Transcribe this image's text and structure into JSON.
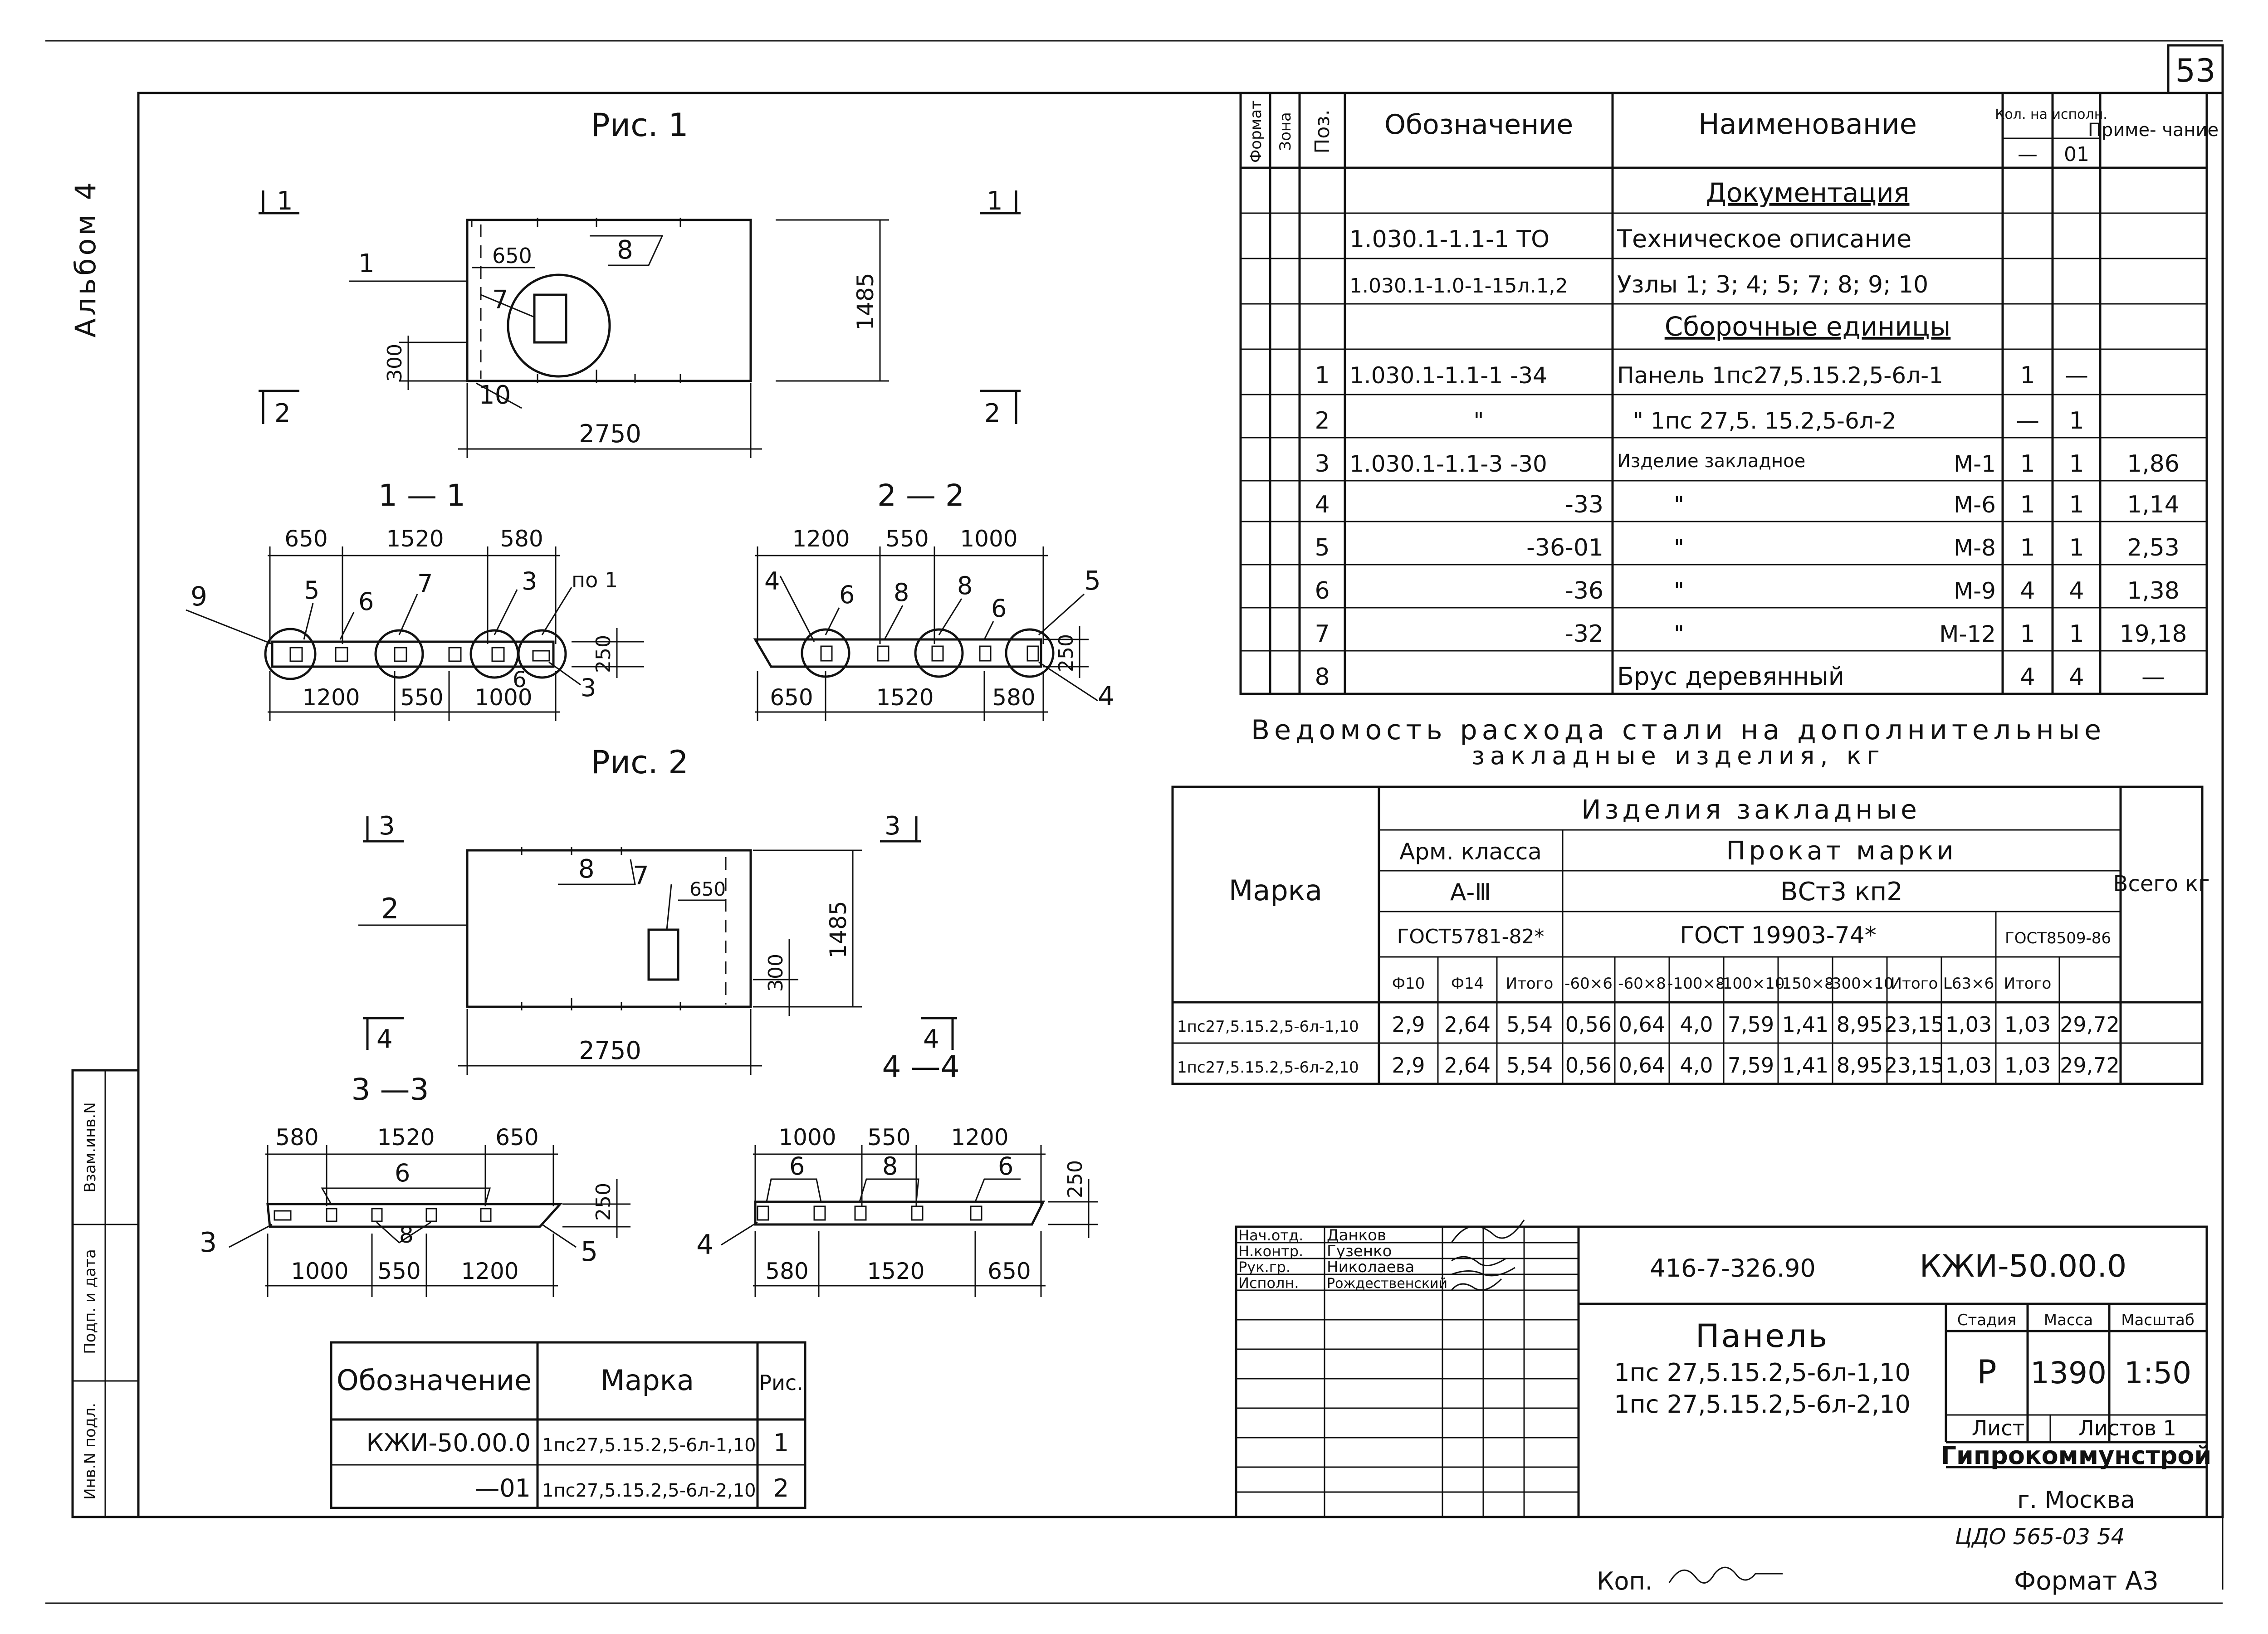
{
  "sheet_number": "53",
  "album_label": "Альбом 4",
  "stamp_bottom_labels": [
    "Инв.N подл.",
    "Подп. и дата",
    "Взам.инв.N"
  ],
  "figures": {
    "fig1": {
      "title": "Рис. 1",
      "section_marks": [
        "1",
        "1",
        "2",
        "2"
      ],
      "position_labels": [
        "1",
        "7",
        "8",
        "10"
      ],
      "dims": [
        "650",
        "1485",
        "300",
        "2750"
      ]
    },
    "sec11": {
      "title": "1 — 1",
      "top_dims": [
        "650",
        "1520",
        "580"
      ],
      "bottom_dims": [
        "1200",
        "550",
        "1000"
      ],
      "depth_dim": "250",
      "labels": [
        "9",
        "5",
        "6",
        "7",
        "3",
        "по 1",
        "6",
        "3"
      ]
    },
    "sec22": {
      "title": "2 — 2",
      "top_dims": [
        "1200",
        "550",
        "1000"
      ],
      "bottom_dims": [
        "650",
        "1520",
        "580"
      ],
      "depth_dim": "250",
      "labels": [
        "4",
        "6",
        "8",
        "8",
        "6",
        "5",
        "4"
      ]
    },
    "fig2": {
      "title": "Рис. 2",
      "section_marks": [
        "3",
        "3",
        "4",
        "4"
      ],
      "position_labels": [
        "2",
        "8",
        "7",
        "650"
      ],
      "dims": [
        "1485",
        "300",
        "2750"
      ]
    },
    "sec33": {
      "title": "3 —3",
      "top_dims": [
        "580",
        "1520",
        "650"
      ],
      "bottom_dims": [
        "1000",
        "550",
        "1200"
      ],
      "depth_dim": "250",
      "labels": [
        "6",
        "8",
        "3",
        "5"
      ]
    },
    "sec44": {
      "title": "4 —4",
      "top_dims": [
        "1000",
        "550",
        "1200"
      ],
      "bottom_dims": [
        "580",
        "1520",
        "650"
      ],
      "depth_dim": "250",
      "labels": [
        "6",
        "8",
        "6",
        "4"
      ]
    }
  },
  "spec_table": {
    "headers": {
      "format": "Формат",
      "zone": "Зона",
      "pos": "Поз.",
      "designation": "Обозначение",
      "name": "Наименование",
      "qty": "Кол. на исполн.",
      "qty_a": "—",
      "qty_b": "01",
      "note": "Приме- чание"
    },
    "sections": {
      "docs": "Документация",
      "units": "Сборочные единицы"
    },
    "doc_rows": [
      {
        "designation": "1.030.1-1.1-1 ТО",
        "name": "Техническое описание"
      },
      {
        "designation": "1.030.1-1.0-1-15л.1,2",
        "name": "Узлы 1; 3; 4; 5; 7; 8; 9; 10"
      }
    ],
    "rows": [
      {
        "pos": "1",
        "designation": "1.030.1-1.1-1 -34",
        "name": "Панель 1пс27,5.15.2,5-6л-1",
        "mark": "",
        "q1": "1",
        "q2": "—",
        "note": ""
      },
      {
        "pos": "2",
        "designation": "\"",
        "name": "\" 1пс 27,5. 15.2,5-6л-2",
        "mark": "",
        "q1": "—",
        "q2": "1",
        "note": ""
      },
      {
        "pos": "3",
        "designation": "1.030.1-1.1-3 -30",
        "name": "Изделие закладное",
        "mark": "М-1",
        "q1": "1",
        "q2": "1",
        "note": "1,86"
      },
      {
        "pos": "4",
        "designation": "-33",
        "name": "\"",
        "mark": "М-6",
        "q1": "1",
        "q2": "1",
        "note": "1,14"
      },
      {
        "pos": "5",
        "designation": "-36-01",
        "name": "\"",
        "mark": "М-8",
        "q1": "1",
        "q2": "1",
        "note": "2,53"
      },
      {
        "pos": "6",
        "designation": "-36",
        "name": "\"",
        "mark": "М-9",
        "q1": "4",
        "q2": "4",
        "note": "1,38"
      },
      {
        "pos": "7",
        "designation": "-32",
        "name": "\"",
        "mark": "М-12",
        "q1": "1",
        "q2": "1",
        "note": "19,18"
      },
      {
        "pos": "8",
        "designation": "",
        "name": "Брус деревянный",
        "mark": "",
        "q1": "4",
        "q2": "4",
        "note": "—"
      }
    ]
  },
  "steel_table": {
    "title_line1": "Ведомость расхода стали на дополнительные",
    "title_line2": "закладные изделия, кг",
    "headers": {
      "mark": "Марка",
      "group": "Изделия закладные",
      "arm_class": "Арм. класса",
      "arm_grade": "А-Ⅲ",
      "arm_gost": "ГОСТ5781-82*",
      "prokat": "Прокат марки",
      "prokat_grade": "ВСт3 кп2",
      "gost1": "ГОСТ 19903-74*",
      "gost2": "ГОСТ8509-86",
      "total": "Всего кг"
    },
    "sub_headers": [
      "Ф10",
      "Ф14",
      "Итого",
      "-60×6",
      "-60×8",
      "-100×8",
      "-100×10",
      "-150×8",
      "-300×10",
      "Итого",
      "L63×6",
      "Итого"
    ],
    "rows": [
      {
        "mark": "1пс27,5.15.2,5-6л-1,10",
        "values": [
          "2,9",
          "2,64",
          "5,54",
          "0,56",
          "0,64",
          "4,0",
          "7,59",
          "1,41",
          "8,95",
          "23,15",
          "1,03",
          "1,03",
          "29,72"
        ]
      },
      {
        "mark": "1пс27,5.15.2,5-6л-2,10",
        "values": [
          "2,9",
          "2,64",
          "5,54",
          "0,56",
          "0,64",
          "4,0",
          "7,59",
          "1,41",
          "8,95",
          "23,15",
          "1,03",
          "1,03",
          "29,72"
        ]
      }
    ]
  },
  "mark_table": {
    "headers": [
      "Обозначение",
      "Марка",
      "Рис."
    ],
    "rows": [
      [
        "КЖИ-50.00.0",
        "1пс27,5.15.2,5-6л-1,10",
        "1"
      ],
      [
        "—01",
        "1пс27,5.15.2,5-6л-2,10",
        "2"
      ]
    ]
  },
  "title_block": {
    "roles": [
      {
        "role": "Нач.отд.",
        "name": "Данков"
      },
      {
        "role": "Н.контр.",
        "name": "Гузенко"
      },
      {
        "role": "Рук.гр.",
        "name": "Николаева"
      },
      {
        "role": "Исполн.",
        "name": "Рождественский"
      }
    ],
    "project_no": "416-7-326.90",
    "doc_code": "КЖИ-50.00.0",
    "item_title": "Панель",
    "item_line1": "1пс 27,5.15.2,5-6л-1,10",
    "item_line2": "1пс 27,5.15.2,5-6л-2,10",
    "stage_label": "Стадия",
    "mass_label": "Масса",
    "scale_label": "Масштаб",
    "stage": "Р",
    "mass": "1390",
    "scale": "1:50",
    "sheet_label": "Лист",
    "sheets_label": "Листов 1",
    "org": "Гипрокоммунстрой",
    "city": "г. Москва"
  },
  "footer": {
    "archive_no": "ЦДО 565-03  54",
    "copy_label": "Коп.",
    "format_label": "Формат А3"
  }
}
